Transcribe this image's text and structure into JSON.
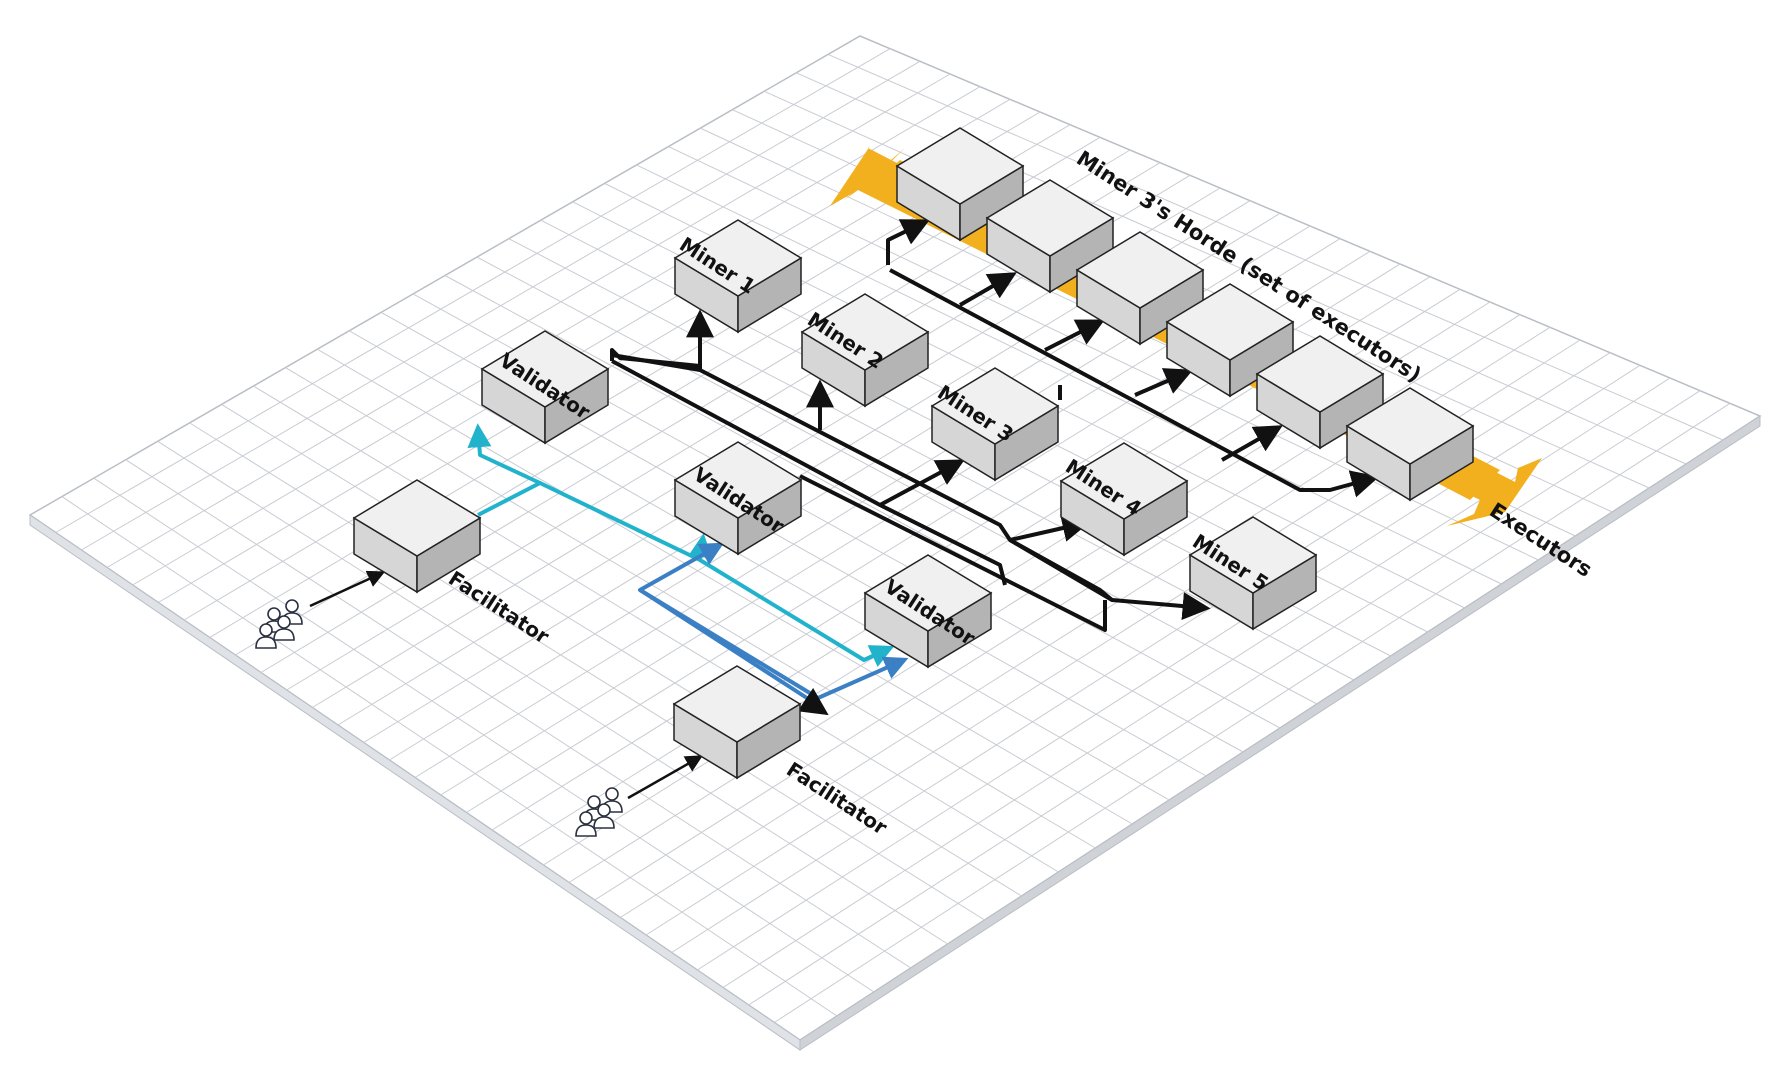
{
  "diagram": {
    "nodes": {
      "miner1": "Miner 1",
      "miner2": "Miner 2",
      "miner3": "Miner 3",
      "miner4": "Miner 4",
      "miner5": "Miner 5",
      "validator_a": "Validator",
      "validator_b": "Validator",
      "validator_c": "Validator",
      "facilitator_a": "Facilitator",
      "facilitator_b": "Facilitator"
    },
    "labels": {
      "horde": "Miner 3's Horde (set of executors)",
      "executors": "Executors"
    },
    "executor_count": 6,
    "colors": {
      "grid_line": "#c8ccd2",
      "block_top": "#f0f0f0",
      "block_left": "#d6d6d6",
      "block_right": "#b4b4b4",
      "block_edge": "#222222",
      "arrow_black": "#111111",
      "arrow_cyan": "#22b3cc",
      "arrow_blue": "#3b7fc4",
      "horde_band": "#f2b01e"
    },
    "icons": [
      "users-icon",
      "users-icon"
    ]
  }
}
